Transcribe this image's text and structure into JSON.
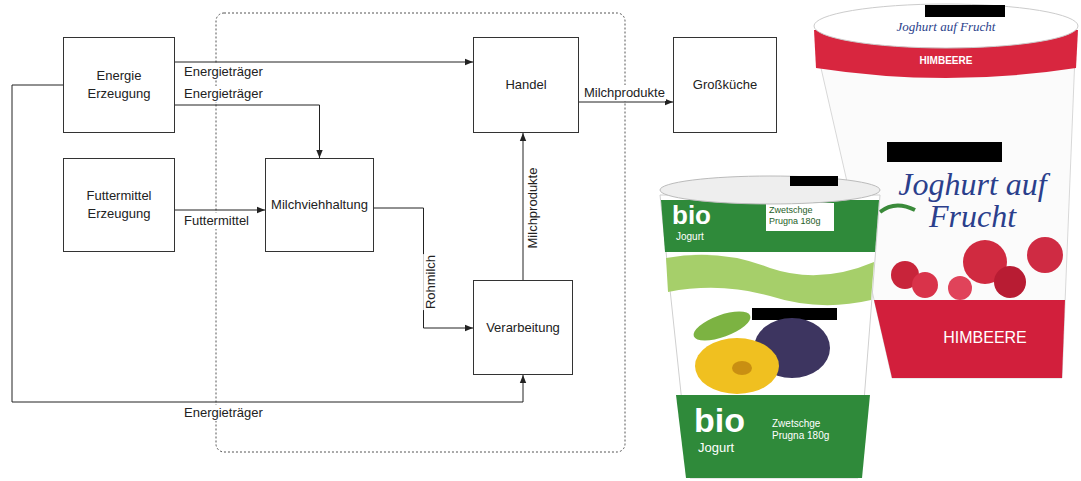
{
  "diagram": {
    "nodes": [
      {
        "text": [
          "Energie Erzeugung"
        ]
      },
      {
        "text": [
          "Futtermittel Erzeugung"
        ]
      },
      {
        "text": [
          "Milchviehhaltung"
        ]
      },
      {
        "text": [
          "Handel"
        ]
      },
      {
        "text": [
          "Verarbeitung"
        ]
      },
      {
        "text": [
          "Großküche"
        ]
      }
    ],
    "edges": [
      {
        "from": 0,
        "to": 3,
        "label": "Energieträger",
        "arrow": "to"
      },
      {
        "from": 0,
        "to": 2,
        "label": "Energieträger",
        "arrow": "to"
      },
      {
        "from": 1,
        "to": 2,
        "label": "Futtermittel",
        "arrow": "to"
      },
      {
        "from": 2,
        "to": 4,
        "label": "Rohmilch",
        "arrow": "to"
      },
      {
        "from": 4,
        "to": 3,
        "label": "Milchprodukte",
        "arrow": "to"
      },
      {
        "from": 3,
        "to": 5,
        "label": "Milchprodukte",
        "arrow": "to"
      },
      {
        "from": 0,
        "to": 4,
        "label": "Energieträger",
        "arrow": "to"
      }
    ],
    "labels": [
      "Joghurt auf Frucht",
      "HIMBEERE",
      "Joghurt auf Frucht",
      "HIMBEERE",
      "bio",
      "Jogurt",
      "Zwetschge Prugna 180g",
      "bio",
      "Jogurt",
      "Zwetschge Prugna 180g"
    ]
  }
}
